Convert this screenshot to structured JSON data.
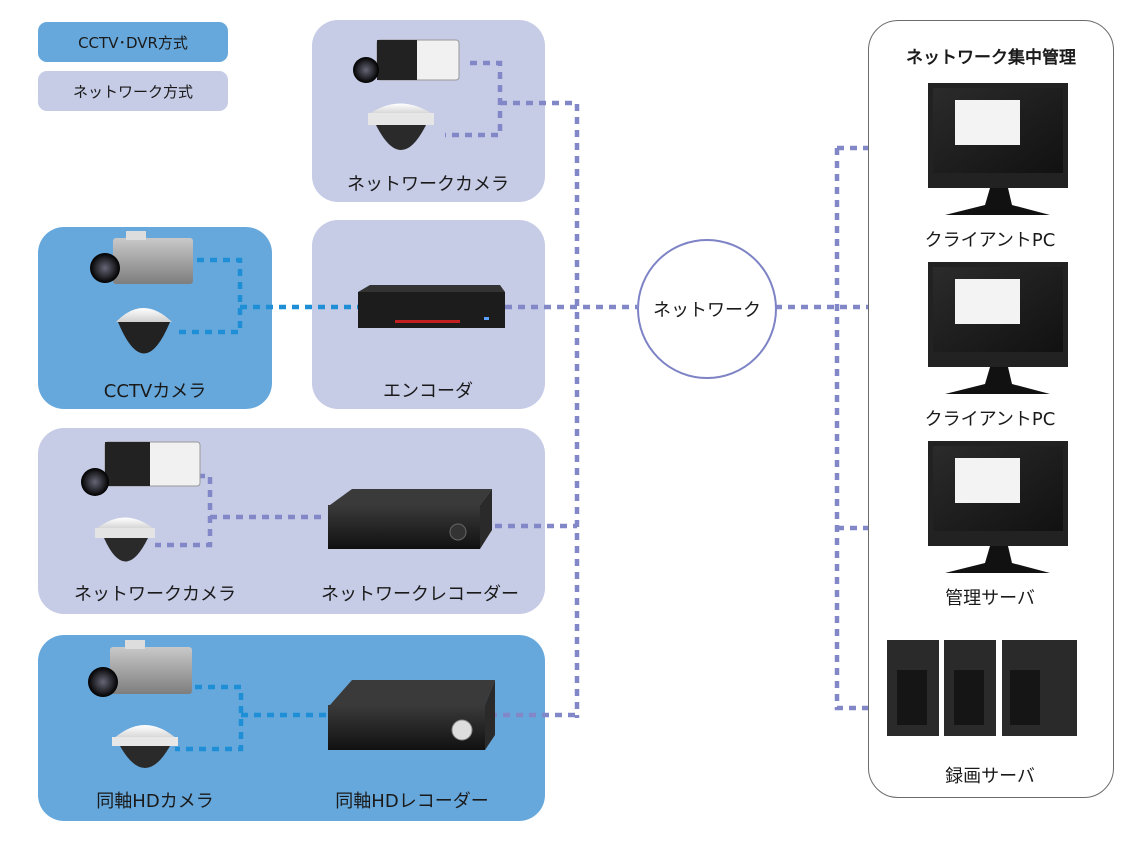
{
  "legend": {
    "cctv_dvr": {
      "label": "CCTV･DVR方式",
      "color": "#67a8dc"
    },
    "network": {
      "label": "ネットワーク方式",
      "color": "#c6cbe6"
    }
  },
  "groups": {
    "network_camera_top": {
      "label": "ネットワークカメラ"
    },
    "cctv_camera": {
      "label": "CCTVカメラ"
    },
    "encoder": {
      "label": "エンコーダ"
    },
    "network_camera_mid": {
      "label": "ネットワークカメラ"
    },
    "network_recorder": {
      "label": "ネットワークレコーダー"
    },
    "coax_hd_camera": {
      "label": "同軸HDカメラ"
    },
    "coax_hd_recorder": {
      "label": "同軸HDレコーダー"
    }
  },
  "network": {
    "label": "ネットワーク"
  },
  "management": {
    "title": "ネットワーク集中管理",
    "items": [
      {
        "label": "クライアントPC",
        "icon": "monitor-icon"
      },
      {
        "label": "クライアントPC",
        "icon": "monitor-icon"
      },
      {
        "label": "管理サーバ",
        "icon": "monitor-icon"
      },
      {
        "label": "録画サーバ",
        "icon": "tower-server-icon"
      }
    ]
  },
  "colors": {
    "cctv_wire": "#1e8fd6",
    "network_wire": "#8287c7",
    "circle_stroke": "#7d83c5"
  }
}
